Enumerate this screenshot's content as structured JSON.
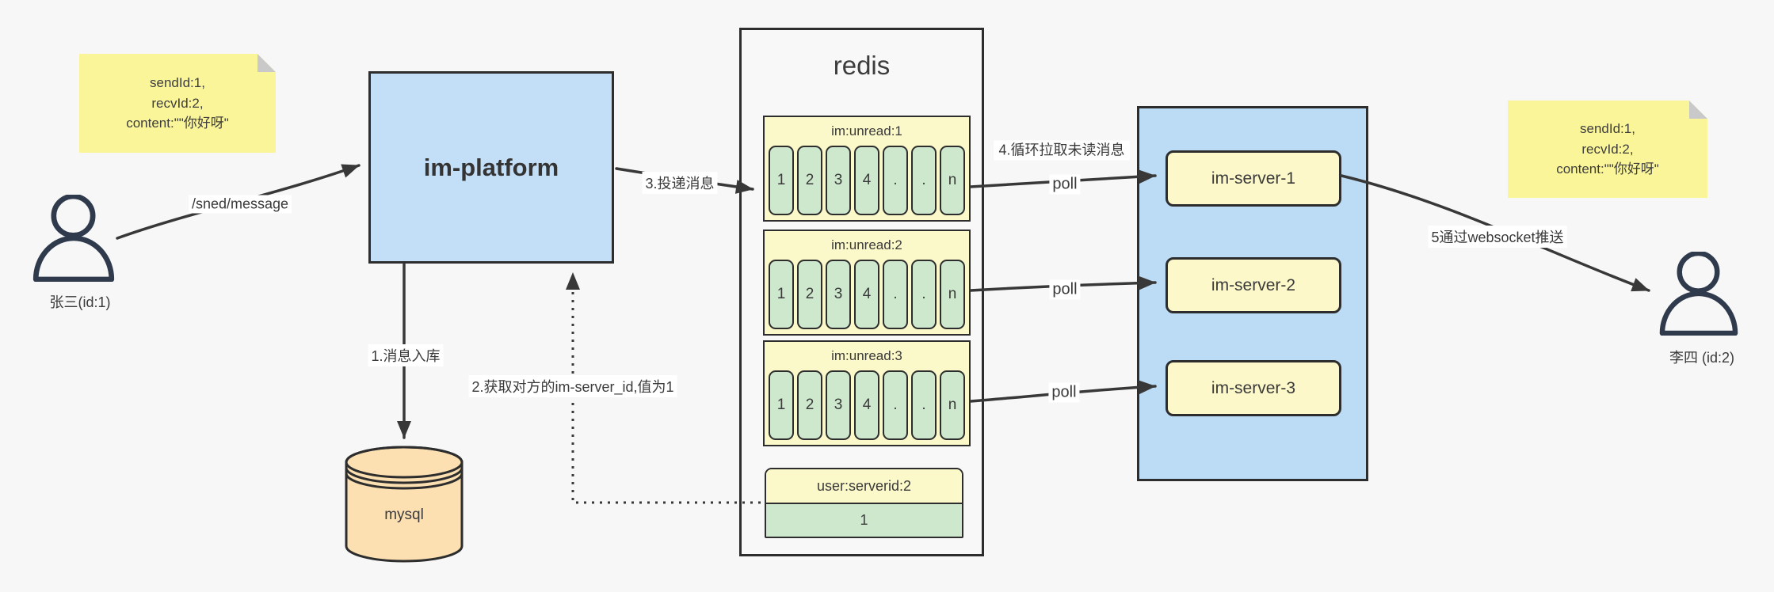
{
  "colors": {
    "background": "#f7f7f7",
    "border_dark": "#2d2d2d",
    "edge_dark": "#383838",
    "platform_blue": "#c3dff7",
    "group_blue": "#bcdcf5",
    "sticky_yellow": "#faf599",
    "sticky_fold_gray": "#c9c9c9",
    "queue_yellow": "#fbf8c9",
    "cell_green": "#cde8cd",
    "server_yellow": "#fcf8c9",
    "mysql_orange": "#fce0b2",
    "redis_fill": "#f8f8f8",
    "person_navy": "#2f3a4d",
    "text_dark": "#3a3a3a"
  },
  "sticky_left": {
    "l1": "sendId:1,",
    "l2": "recvId:2,",
    "l3": "content:\"\"你好呀\""
  },
  "sticky_right": {
    "l1": "sendId:1,",
    "l2": "recvId:2,",
    "l3": "content:\"\"你好呀\""
  },
  "sender": {
    "label": "张三(id:1)"
  },
  "receiver": {
    "label": "李四 (id:2)"
  },
  "platform": {
    "label": "im-platform"
  },
  "mysql": {
    "label": "mysql"
  },
  "redis": {
    "title": "redis",
    "queues": [
      {
        "title": "im:unread:1",
        "cells": [
          "1",
          "2",
          "3",
          "4",
          ".",
          ".",
          "n"
        ]
      },
      {
        "title": "im:unread:2",
        "cells": [
          "1",
          "2",
          "3",
          "4",
          ".",
          ".",
          "n"
        ]
      },
      {
        "title": "im:unread:3",
        "cells": [
          "1",
          "2",
          "3",
          "4",
          ".",
          ".",
          "n"
        ]
      }
    ],
    "kv": {
      "key": "user:serverid:2",
      "value": "1"
    }
  },
  "server_group": {
    "servers": [
      {
        "label": "im-server-1"
      },
      {
        "label": "im-server-2"
      },
      {
        "label": "im-server-3"
      }
    ]
  },
  "labels": {
    "send_api": "/sned/message",
    "step1": "1.消息入库",
    "step2": "2.获取对方的im-server_id,值为1",
    "step3": "3.投递消息",
    "step4": "4.循环拉取未读消息",
    "step5": "5通过websocket推送",
    "poll": "poll"
  }
}
